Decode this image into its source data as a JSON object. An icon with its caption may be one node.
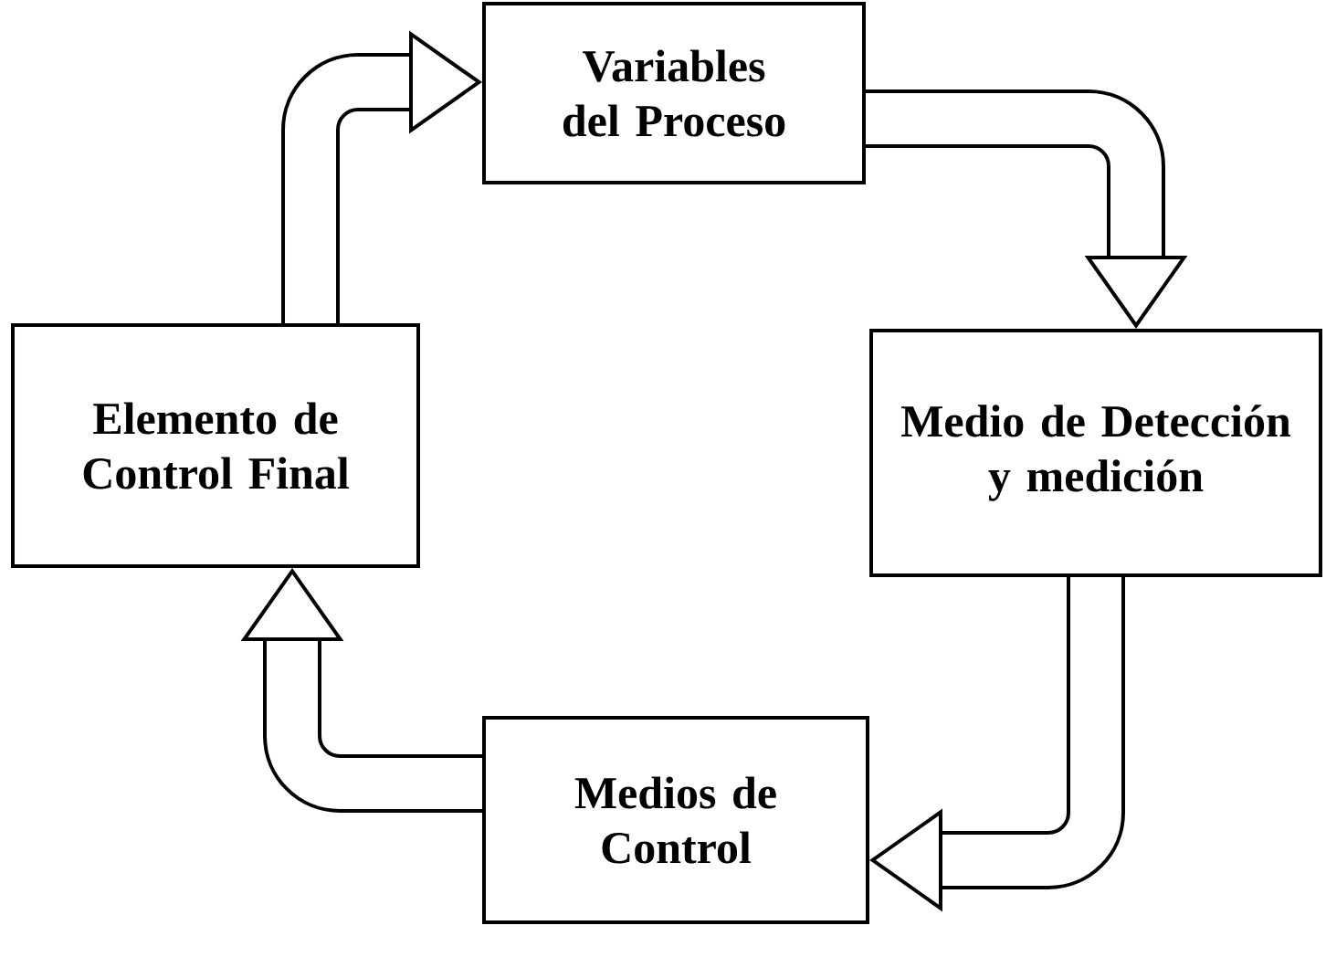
{
  "diagram": {
    "nodes": [
      {
        "text": [
          "Variables del Proceso"
        ]
      },
      {
        "text": [
          "Medio de Detección y medición"
        ]
      },
      {
        "text": [
          "Medios de Control"
        ]
      },
      {
        "text": [
          "Elemento de Control Final"
        ]
      }
    ],
    "edges": [
      {
        "from": 3,
        "to": 0,
        "arrow": "to"
      },
      {
        "from": 0,
        "to": 1,
        "arrow": "to"
      },
      {
        "from": 1,
        "to": 2,
        "arrow": "to"
      },
      {
        "from": 2,
        "to": 3,
        "arrow": "to"
      }
    ]
  }
}
